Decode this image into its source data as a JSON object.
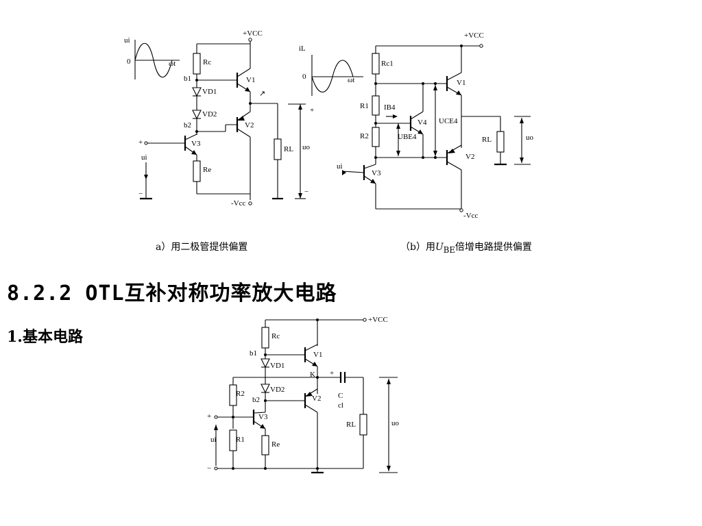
{
  "figure_a": {
    "caption": "a）用二极管提供偏置",
    "labels": {
      "vcc_top": "+VCC",
      "vcc_bot": "-Vcc",
      "ui": "ui",
      "zero": "0",
      "wt": "ωt",
      "rc": "Rc",
      "re": "Re",
      "rl": "RL",
      "b1": "b1",
      "b2": "b2",
      "vd1": "VD1",
      "vd2": "VD2",
      "v1": "V1",
      "v2": "V2",
      "v3": "V3",
      "uo": "uo",
      "plus": "+",
      "minus": "−"
    }
  },
  "figure_b": {
    "caption_prefix": "（b）用",
    "caption_var": "U",
    "caption_sub": "BE",
    "caption_suffix": "倍增电路提供偏置",
    "labels": {
      "vcc_top": "+VCC",
      "vcc_bot": "-Vcc",
      "il": "iL",
      "zero": "0",
      "wt": "ωt",
      "rc1": "Rc1",
      "r1": "R1",
      "r2": "R2",
      "ib4": "IB4",
      "ube4": "UBE4",
      "uce4": "UCE4",
      "rl": "RL",
      "uo": "uo",
      "ui": "ui",
      "v1": "V1",
      "v2": "V2",
      "v3": "V3",
      "v4": "V4"
    }
  },
  "section": {
    "heading": "8.2.2  OTL互补对称功率放大电路",
    "subheading": "1.基本电路"
  },
  "figure_c": {
    "labels": {
      "vcc": "+VCC",
      "rc": "Rc",
      "b1": "b1",
      "b2": "b2",
      "vd1": "VD1",
      "vd2": "VD2",
      "k": "K",
      "v1": "V1",
      "v2": "V2",
      "v3": "V3",
      "r1": "R1",
      "r2": "R2",
      "re": "Re",
      "rl": "RL",
      "c": "C",
      "cl": "cl",
      "ui": "ui",
      "uo": "uo",
      "plus": "+",
      "minus": "−"
    }
  }
}
